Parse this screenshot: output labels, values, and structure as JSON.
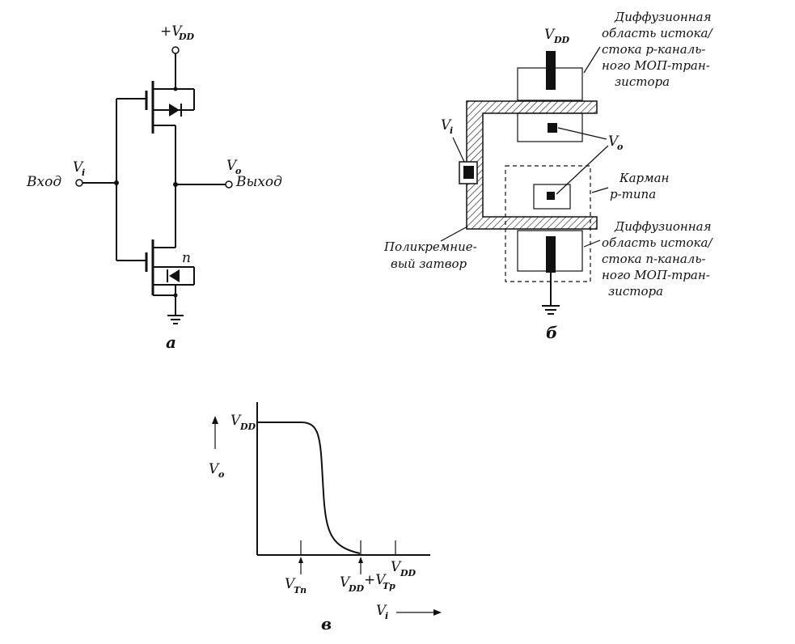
{
  "figure_a": {
    "vdd_label": "+V",
    "vdd_sub": "DD",
    "input_label": "Вход",
    "vi_label": "V",
    "vi_sub": "i",
    "vo_label": "V",
    "vo_sub": "o",
    "output_label": "Выход",
    "n_label": "n",
    "caption": "а"
  },
  "figure_b": {
    "vdd_label": "V",
    "vdd_sub": "DD",
    "vi_label": "V",
    "vi_sub": "i",
    "vo_label": "V",
    "vo_sub": "o",
    "p_diffusion_lines": [
      "Диффузионная",
      "область истока/",
      "стока p-каналь-",
      "ного МОП-тран-",
      "зистора"
    ],
    "pocket_lines": [
      "Карман",
      "p-типа"
    ],
    "poly_gate_lines": [
      "Поликремние-",
      "вый затвор"
    ],
    "n_diffusion_lines": [
      "Диффузионная",
      "область истока/",
      "стока n-каналь-",
      "ного МОП-тран-",
      "зистора"
    ],
    "caption": "б"
  },
  "figure_c": {
    "ylabel": "V",
    "ylabel_sub": "o",
    "vdd_y_label": "V",
    "vdd_y_sub": "DD",
    "tick_vtn": "V",
    "tick_vtn_sub": "Tn",
    "tick_vddvtp": "V",
    "tick_vddvtp_sub": "DD",
    "tick_vddvtp_plus": "+V",
    "tick_vddvtp_plus_sub": "Tp",
    "tick_vdd": "V",
    "tick_vdd_sub": "DD",
    "xlabel": "V",
    "xlabel_sub": "i",
    "caption": "в"
  }
}
